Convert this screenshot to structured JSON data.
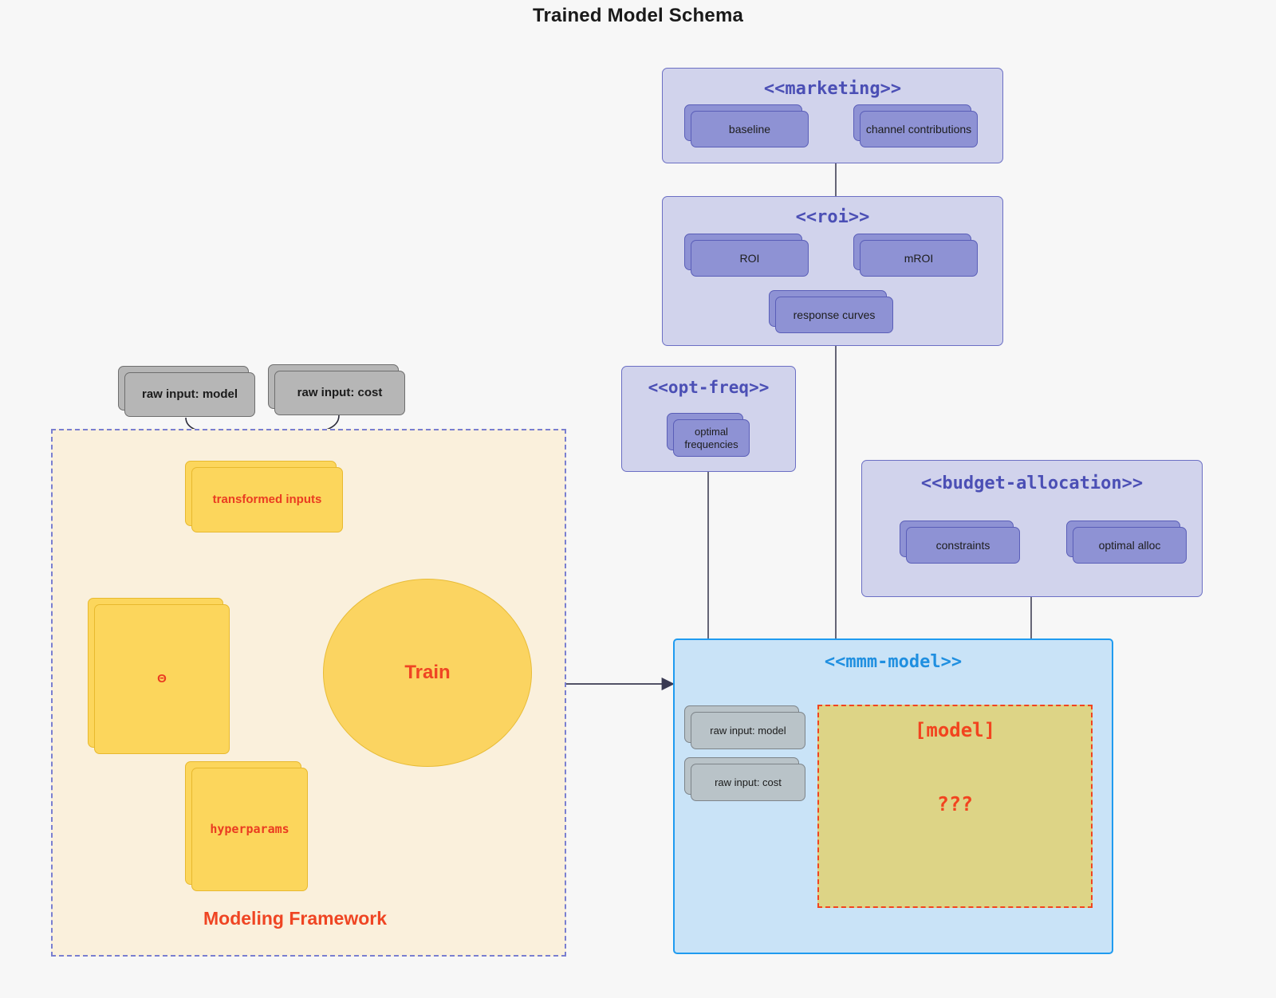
{
  "title": "Trained Model Schema",
  "packages": {
    "marketing": {
      "label": "<<marketing>>",
      "nodes": [
        {
          "id": "baseline",
          "label": "baseline"
        },
        {
          "id": "channel-contributions",
          "label": "channel contributions"
        }
      ]
    },
    "roi": {
      "label": "<<roi>>",
      "nodes": [
        {
          "id": "roi",
          "label": "ROI"
        },
        {
          "id": "mroi",
          "label": "mROI"
        },
        {
          "id": "response-curves",
          "label": "response curves"
        }
      ]
    },
    "opt_freq": {
      "label": "<<opt-freq>>",
      "nodes": [
        {
          "id": "optimal-frequencies",
          "label": "optimal\nfrequencies"
        }
      ]
    },
    "budget_allocation": {
      "label": "<<budget-allocation>>",
      "nodes": [
        {
          "id": "constraints",
          "label": "constraints"
        },
        {
          "id": "optimal-alloc",
          "label": "optimal alloc"
        }
      ]
    },
    "mmm_model": {
      "label": "<<mmm-model>>",
      "nodes": [
        {
          "id": "raw-input-model",
          "label": "raw input: model"
        },
        {
          "id": "raw-input-cost",
          "label": "raw input: cost"
        }
      ],
      "model_placeholder": {
        "name": "[model]",
        "unknown": "???"
      }
    }
  },
  "framework": {
    "label": "Modeling Framework",
    "raw_inputs": [
      {
        "id": "raw-input-model",
        "label": "raw input: model"
      },
      {
        "id": "raw-input-cost",
        "label": "raw input: cost"
      }
    ],
    "transformed_inputs": "transformed inputs",
    "theta": "Θ",
    "hyperparams": "hyperparams",
    "train": "Train"
  },
  "colors": {
    "background": "#f7f7f7",
    "package_fill": "#d1d3ec",
    "package_border": "#6b6fc4",
    "package_title": "#4b4fb5",
    "node_purple": "#8e92d4",
    "node_grey": "#b6b6b6",
    "node_yellow": "#fcd65c",
    "accent_red": "#ef4523",
    "framework_fill": "#faf0dc",
    "framework_border": "#7a7fd0",
    "mmm_fill": "#c9e3f7",
    "mmm_border": "#1f9bf0",
    "model_fill": "#ddd486",
    "model_border": "#f2441f"
  }
}
